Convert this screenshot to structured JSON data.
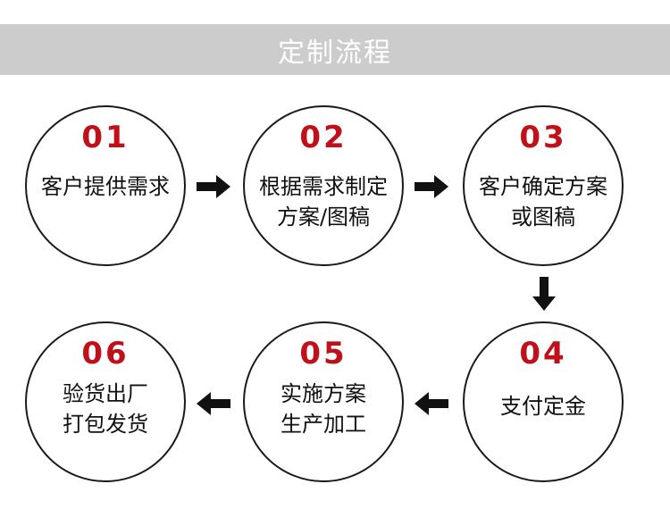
{
  "title": "定制流程",
  "colors": {
    "banner": "#cccccc",
    "number": "#c0111a",
    "border": "#1a1a1a",
    "arrow": "#111111"
  },
  "steps": [
    {
      "num": "01",
      "lines": [
        "客户提供需求"
      ]
    },
    {
      "num": "02",
      "lines": [
        "根据需求制定",
        "方案/图稿"
      ]
    },
    {
      "num": "03",
      "lines": [
        "客户确定方案",
        "或图稿"
      ]
    },
    {
      "num": "04",
      "lines": [
        "支付定金"
      ]
    },
    {
      "num": "05",
      "lines": [
        "实施方案",
        "生产加工"
      ]
    },
    {
      "num": "06",
      "lines": [
        "验货出厂",
        "打包发货"
      ]
    }
  ],
  "arrows": [
    {
      "from": "01",
      "to": "02",
      "direction": "right"
    },
    {
      "from": "02",
      "to": "03",
      "direction": "right"
    },
    {
      "from": "03",
      "to": "04",
      "direction": "down"
    },
    {
      "from": "04",
      "to": "05",
      "direction": "left"
    },
    {
      "from": "05",
      "to": "06",
      "direction": "left"
    }
  ]
}
